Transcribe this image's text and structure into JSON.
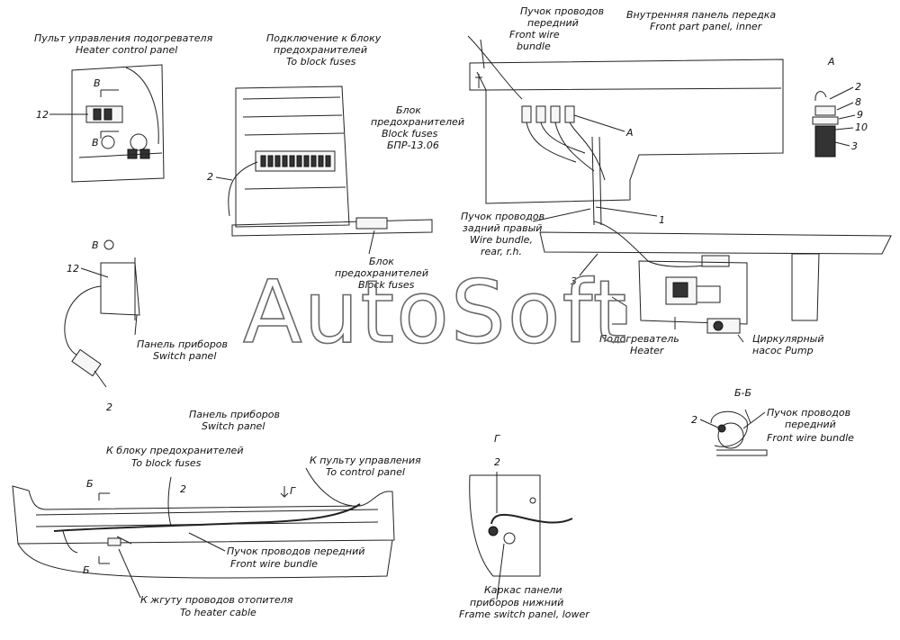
{
  "labels": {
    "heater_control_panel_ru": "Пульт управления подогревателя",
    "heater_control_panel_en": "Heater control panel",
    "block_conn_ru1": "Подключение к блоку",
    "block_conn_ru2": "предохранителей",
    "block_conn_en": "To block fuses",
    "fuse_block_ru1": "Блок",
    "fuse_block_ru2": "предохранителей",
    "fuse_block_en": "Block fuses",
    "fuse_block_code": "БПР-13.06",
    "fuse_block2_ru1": "Блок",
    "fuse_block2_ru2": "предохранителей",
    "fuse_block2_en": "Block fuses",
    "front_bundle_ru1": "Пучок проводов",
    "front_bundle_ru2": "передний",
    "front_bundle_en1": "Front wire",
    "front_bundle_en2": "bundle",
    "inner_panel_ru": "Внутренняя панель передка",
    "inner_panel_en": "Front part panel, inner",
    "rear_bundle_ru1": "Пучок проводов",
    "rear_bundle_ru2": "задний правый",
    "rear_bundle_en1": "Wire bundle,",
    "rear_bundle_en2": "rear, r.h.",
    "heater_ru": "Подогреватель",
    "heater_en": "Heater",
    "pump_ru1": "Циркулярный",
    "pump_ru2": "насос   Pump",
    "switch_panel_ru": "Панель приборов",
    "switch_panel_en": "Switch panel",
    "switch_panel2_ru": "Панель приборов",
    "switch_panel2_en": "Switch panel",
    "to_fuses_ru": "К блоку предохранителей",
    "to_fuses_en": "To   block fuses",
    "to_control_ru": "К пульту управления",
    "to_control_en": "To control panel",
    "front_bundle2_ru": "Пучок проводов передний",
    "front_bundle2_en": "Front wire bundle",
    "to_heater_ru": "К жгуту проводов отопителя",
    "to_heater_en": "To heater cable",
    "frame_ru1": "Каркас панели",
    "frame_ru2": "приборов нижний",
    "frame_en": "Frame switch panel, lower",
    "front_bundle3_ru1": "Пучок проводов",
    "front_bundle3_ru2": "передний",
    "front_bundle3_en": "Front wire bundle"
  },
  "views": {
    "view_a": "А",
    "view_a_callout": "А",
    "view_b": "В",
    "view_b_upper": "В",
    "view_b_lower": "В",
    "section_bb": "Б-Б",
    "section_b_top": "Б",
    "section_b_bottom": "Б",
    "view_g": "Г",
    "view_g_arrow": "Г"
  },
  "callouts": {
    "n12_top": "12",
    "n12_mid": "12",
    "n2_fuse": "2",
    "n2_switch": "2",
    "n2_bottom": "2",
    "n2_g": "2",
    "n2_bb": "2",
    "n2_a": "2",
    "n8": "8",
    "n9": "9",
    "n10": "10",
    "n3_a": "3",
    "n1": "1",
    "n3_mid": "3"
  },
  "watermark": "AutoSoft"
}
